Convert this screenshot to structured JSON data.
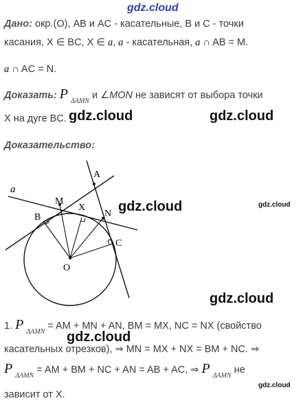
{
  "header": {
    "site_title": "gdz.cloud"
  },
  "given": {
    "label": "Дано:",
    "line1_text": " окр.(O), AB и AC - касательные, B и C - точки",
    "line2_text": "касания, X ∈ BC, X ∈ ",
    "line2_a": "a",
    "line2_mid": ", ",
    "line2_a2": "a",
    "line2_rest": " - касательная, ",
    "line2_a3": "a",
    "line2_end": " ∩ AB = M.",
    "line3_a": "a",
    "line3_rest": " ∩ AC = N."
  },
  "prove": {
    "label": "Доказать:",
    "p_symbol": "P",
    "p_sub": "ΔAMN",
    "mid_text": " и ",
    "angle_text": "∠MON",
    "rest_text": " не зависят от выбора точки",
    "line2_text": "X на дуге BC."
  },
  "proof": {
    "label": "Доказательство:"
  },
  "figure": {
    "labels": {
      "A": "A",
      "a": "a",
      "M": "M",
      "X": "X",
      "N": "N",
      "B": "B",
      "C": "C",
      "O": "O"
    }
  },
  "solution": {
    "line1_num": "1.",
    "line1_p": "P",
    "line1_sub": "ΔAMN",
    "line1_rest": " = AM + MN + AN, BM = MX, NC = NX (свойство",
    "line2_text": "касательных отрезков), ⇒ MN = MX + NX = BM + NC. ⇒",
    "line3_p": "P",
    "line3_sub": "ΔAMN",
    "line3_mid": " = AM + BM + NC + AN = AB + AC, ⇒ ",
    "line3_p2": "P",
    "line3_sub2": "ΔAMN",
    "line3_end": " не",
    "line4_text": "зависит от X."
  },
  "watermarks": {
    "w1": "gdz.cloud",
    "w2": "gdz.cloud",
    "w3": "gdz.cloud",
    "w4": "gdz.cloud",
    "w5": "gdz.cloud",
    "w6": "gdz.cloud",
    "w7": "gdz.cloud"
  }
}
